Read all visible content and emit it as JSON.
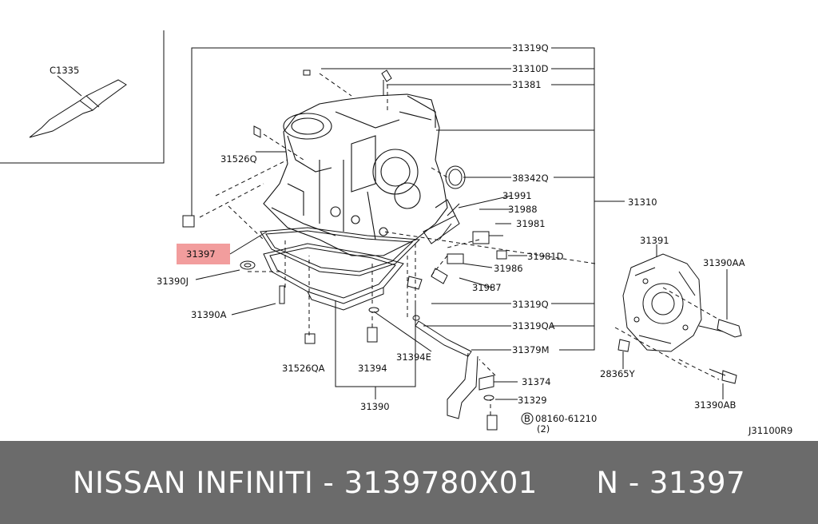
{
  "labels": {
    "c1335": "C1335",
    "l31319q_top": "31319Q",
    "l31310d": "31310D",
    "l31381": "31381",
    "l31526q": "31526Q",
    "l38342q": "38342Q",
    "l31310": "31310",
    "l31991": "31991",
    "l31988": "31988",
    "l31981": "31981",
    "l31981d": "31981D",
    "l31397": "31397",
    "l31986": "31986",
    "l31390j": "31390J",
    "l31987": "31987",
    "l31391": "31391",
    "l31390aa": "31390AA",
    "l31390a": "31390A",
    "l31319q_mid": "31319Q",
    "l31319qa": "31319QA",
    "l31379m": "31379M",
    "l31526qa": "31526QA",
    "l31394": "31394",
    "l31394e": "31394E",
    "l28365y": "28365Y",
    "l31374": "31374",
    "l31329": "31329",
    "l31390ab": "31390AB",
    "l31390": "31390",
    "bolt_code": "08160-61210",
    "bolt_qty": "(2)",
    "bolt_mark": "B",
    "ref_code": "J31100R9"
  },
  "highlight": {
    "part": "31397",
    "color": "#f08c8c"
  },
  "footer": {
    "text": "NISSAN INFINITI - 3139780X01      N - 31397",
    "background": "#6b6b6b"
  }
}
